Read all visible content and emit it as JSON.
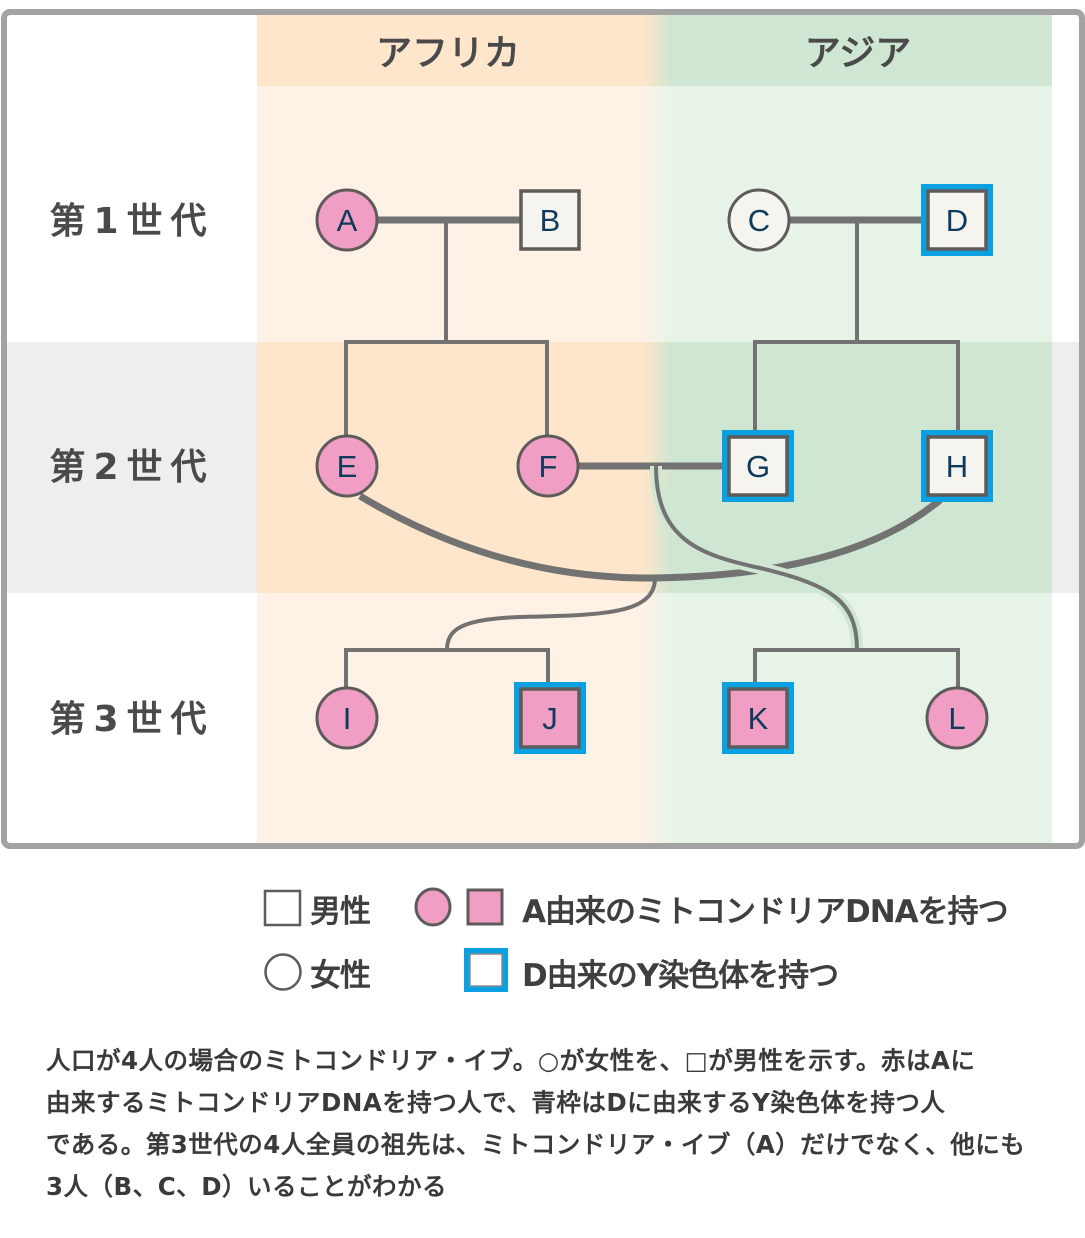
{
  "regions": {
    "africa": {
      "label": "アフリカ",
      "header_color": "#fde6cb",
      "body_color": "#fdf2e5",
      "row_color": "#fde6cb"
    },
    "asia": {
      "label": "アジア",
      "header_color": "#cee6d2",
      "body_color": "#e8f3e8",
      "row_color": "#cee6d2"
    }
  },
  "generations": [
    {
      "label": "第1世代"
    },
    {
      "label": "第2世代"
    },
    {
      "label": "第3世代"
    }
  ],
  "colors": {
    "mito_pink": "#f09ec4",
    "y_blue": "#0aa0e2",
    "plain_fill": "#f5f4ee",
    "line_gray": "#727272",
    "node_border": "#5e5b5b",
    "letter": "#0e3a5c"
  },
  "nodes": [
    {
      "id": "A",
      "sex": "female",
      "mito_from_A": true,
      "y_from_D": false,
      "generation": 1,
      "region": "africa"
    },
    {
      "id": "B",
      "sex": "male",
      "mito_from_A": false,
      "y_from_D": false,
      "generation": 1,
      "region": "africa"
    },
    {
      "id": "C",
      "sex": "female",
      "mito_from_A": false,
      "y_from_D": false,
      "generation": 1,
      "region": "asia"
    },
    {
      "id": "D",
      "sex": "male",
      "mito_from_A": false,
      "y_from_D": true,
      "generation": 1,
      "region": "asia"
    },
    {
      "id": "E",
      "sex": "female",
      "mito_from_A": true,
      "y_from_D": false,
      "generation": 2,
      "region": "africa"
    },
    {
      "id": "F",
      "sex": "female",
      "mito_from_A": true,
      "y_from_D": false,
      "generation": 2,
      "region": "africa"
    },
    {
      "id": "G",
      "sex": "male",
      "mito_from_A": false,
      "y_from_D": true,
      "generation": 2,
      "region": "asia"
    },
    {
      "id": "H",
      "sex": "male",
      "mito_from_A": false,
      "y_from_D": true,
      "generation": 2,
      "region": "asia"
    },
    {
      "id": "I",
      "sex": "female",
      "mito_from_A": true,
      "y_from_D": false,
      "generation": 3,
      "region": "africa"
    },
    {
      "id": "J",
      "sex": "male",
      "mito_from_A": true,
      "y_from_D": true,
      "generation": 3,
      "region": "africa"
    },
    {
      "id": "K",
      "sex": "male",
      "mito_from_A": true,
      "y_from_D": true,
      "generation": 3,
      "region": "asia"
    },
    {
      "id": "L",
      "sex": "female",
      "mito_from_A": true,
      "y_from_D": false,
      "generation": 3,
      "region": "asia"
    }
  ],
  "couples": [
    {
      "partners": [
        "A",
        "B"
      ],
      "children": [
        "E",
        "F"
      ]
    },
    {
      "partners": [
        "C",
        "D"
      ],
      "children": [
        "G",
        "H"
      ]
    },
    {
      "partners": [
        "E",
        "H"
      ],
      "children": [
        "I",
        "J"
      ]
    },
    {
      "partners": [
        "F",
        "G"
      ],
      "children": [
        "K",
        "L"
      ]
    }
  ],
  "legend": {
    "male": "男性",
    "female": "女性",
    "mito": "A由来のミトコンドリアDNAを持つ",
    "ychrom": "D由来のY染色体を持つ"
  },
  "caption": {
    "lines": [
      "人口が4人の場合のミトコンドリア・イブ。○が女性を、□が男性を示す。赤はAに",
      "由来するミトコンドリアDNAを持つ人で、青枠はDに由来するY染色体を持つ人",
      "である。第3世代の4人全員の祖先は、ミトコンドリア・イブ（A）だけでなく、他にも",
      "3人（B、C、D）いることがわかる"
    ]
  }
}
